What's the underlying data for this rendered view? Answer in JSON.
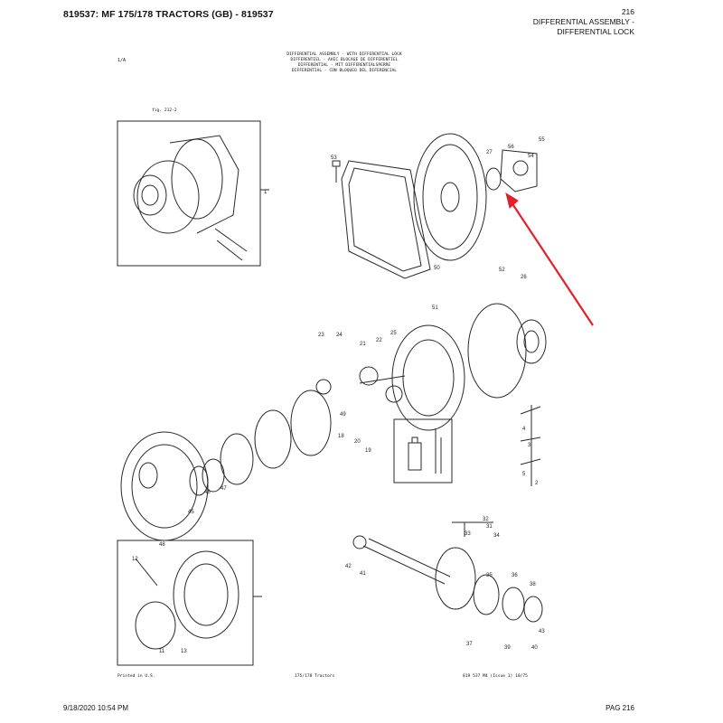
{
  "header": {
    "title": "819537: MF 175/178 TRACTORS (GB) - 819537",
    "page_number": "216",
    "section_line1": "DIFFERENTIAL ASSEMBLY -",
    "section_line2": "DIFFERENTIAL LOCK"
  },
  "sheet": {
    "ref": "1/A",
    "title_lines": [
      "DIFFERENTIAL ASSEMBLY - WITH DIFFERENTIAL LOCK",
      "DIFFERENTIEL - AVEC BLOCAGE DE DIFFERENTIEL",
      "DIFFERENTIAL - MIT DIFFERENTIALSPERRE",
      "DIFFERENTIAL - CON BLOQUEO DEL DIFERENCIAL"
    ],
    "figure_ref": "fig. 212-2",
    "part_numbers": [
      "1",
      "2",
      "3",
      "4",
      "5",
      "11",
      "12",
      "13",
      "18",
      "19",
      "20",
      "21",
      "22",
      "23",
      "24",
      "25",
      "26",
      "27",
      "31",
      "32",
      "33",
      "34",
      "35",
      "36",
      "37",
      "38",
      "39",
      "40",
      "41",
      "42",
      "43",
      "45",
      "46",
      "47",
      "48",
      "49",
      "50",
      "51",
      "52",
      "53",
      "54",
      "55",
      "56"
    ],
    "footer_left": "Printed in U.S.",
    "footer_center": "175/178 Tractors",
    "footer_right": "819 537 M4 (Issue 1) 10/75"
  },
  "footer": {
    "timestamp": "9/18/2020 10:54 PM",
    "page_label": "PAG 216"
  },
  "annotation": {
    "arrow_color": "#e0202a"
  },
  "icons": [
    "illustration-icon",
    "sealant-bottle-icon",
    "red-arrow-icon"
  ]
}
